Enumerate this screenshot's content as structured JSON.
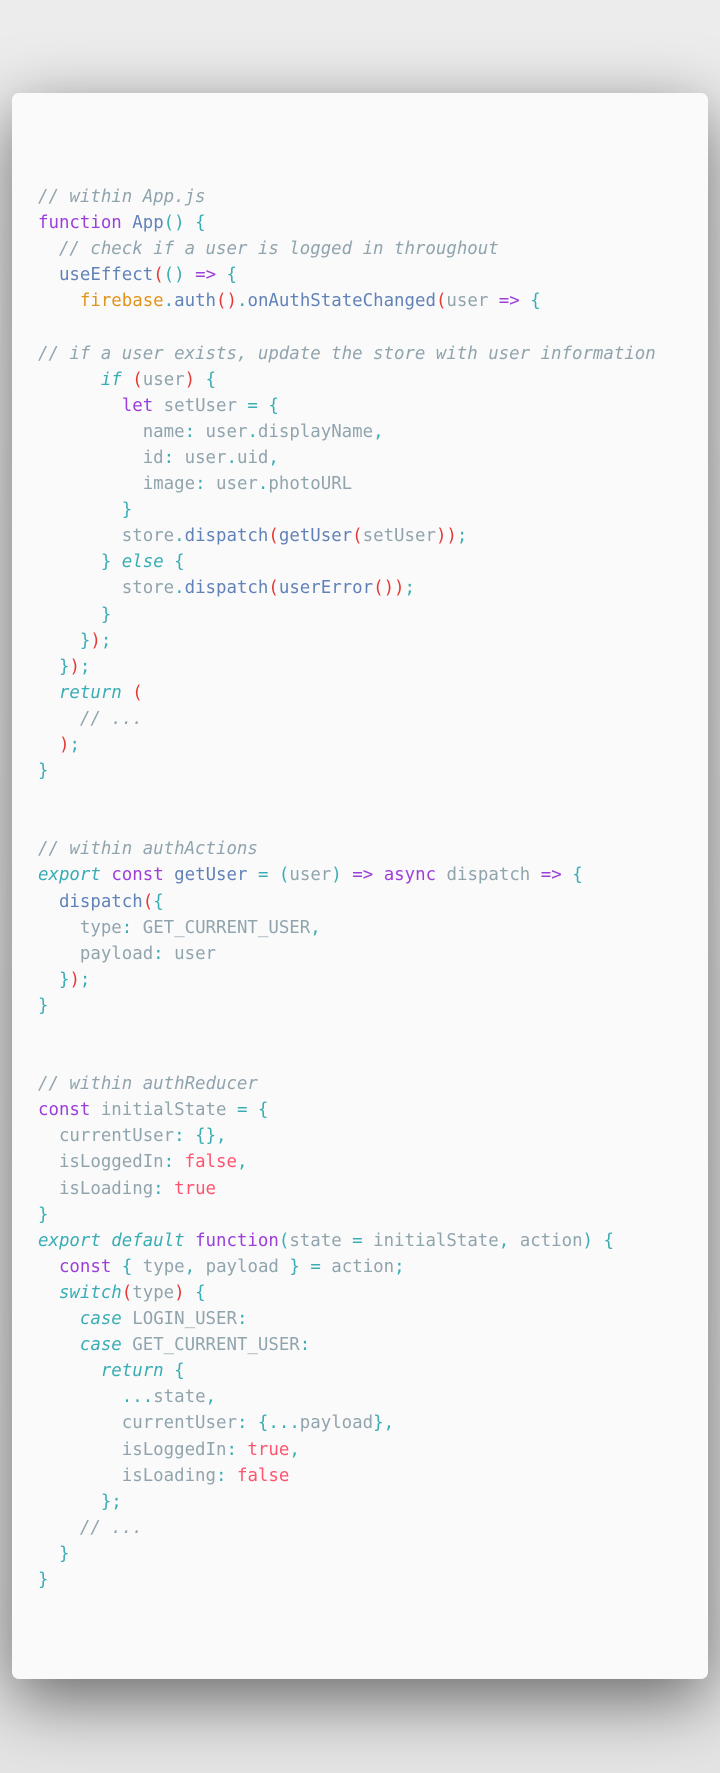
{
  "code_block": {
    "language": "javascript",
    "colors": {
      "background": "#FAFAFA",
      "comment": "#90A4AE",
      "keyword": "#9C3EDA",
      "italic_keyword": "#39ADB5",
      "function": "#6182B8",
      "punctuation": "#39ADB5",
      "paren": "#E53935",
      "boolean": "#FF5370",
      "object": "#E2931D",
      "text": "#90A4AE"
    },
    "lines": [
      [
        [
          "c",
          "// within App.js"
        ]
      ],
      [
        [
          "k",
          "function"
        ],
        [
          "t",
          " "
        ],
        [
          "f",
          "App"
        ],
        [
          "p",
          "()"
        ],
        [
          "t",
          " "
        ],
        [
          "p",
          "{"
        ]
      ],
      [
        [
          "t",
          "  "
        ],
        [
          "c",
          "// check if a user is logged in throughout"
        ]
      ],
      [
        [
          "t",
          "  "
        ],
        [
          "f",
          "useEffect"
        ],
        [
          "r",
          "("
        ],
        [
          "p",
          "()"
        ],
        [
          "t",
          " "
        ],
        [
          "k",
          "=>"
        ],
        [
          "t",
          " "
        ],
        [
          "p",
          "{"
        ]
      ],
      [
        [
          "t",
          "    "
        ],
        [
          "o",
          "firebase"
        ],
        [
          "p",
          "."
        ],
        [
          "f",
          "auth"
        ],
        [
          "r",
          "()"
        ],
        [
          "p",
          "."
        ],
        [
          "f",
          "onAuthStateChanged"
        ],
        [
          "r",
          "("
        ],
        [
          "t",
          "user "
        ],
        [
          "k",
          "=>"
        ],
        [
          "t",
          " "
        ],
        [
          "p",
          "{"
        ]
      ],
      [],
      [
        [
          "c",
          "// if a user exists, update the store with user information"
        ]
      ],
      [
        [
          "t",
          "      "
        ],
        [
          "ki",
          "if"
        ],
        [
          "t",
          " "
        ],
        [
          "r",
          "("
        ],
        [
          "t",
          "user"
        ],
        [
          "r",
          ")"
        ],
        [
          "t",
          " "
        ],
        [
          "p",
          "{"
        ]
      ],
      [
        [
          "t",
          "        "
        ],
        [
          "k",
          "let"
        ],
        [
          "t",
          " setUser "
        ],
        [
          "p",
          "="
        ],
        [
          "t",
          " "
        ],
        [
          "p",
          "{"
        ]
      ],
      [
        [
          "t",
          "          name"
        ],
        [
          "p",
          ":"
        ],
        [
          "t",
          " user"
        ],
        [
          "p",
          "."
        ],
        [
          "t",
          "displayName"
        ],
        [
          "p",
          ","
        ]
      ],
      [
        [
          "t",
          "          id"
        ],
        [
          "p",
          ":"
        ],
        [
          "t",
          " user"
        ],
        [
          "p",
          "."
        ],
        [
          "t",
          "uid"
        ],
        [
          "p",
          ","
        ]
      ],
      [
        [
          "t",
          "          image"
        ],
        [
          "p",
          ":"
        ],
        [
          "t",
          " user"
        ],
        [
          "p",
          "."
        ],
        [
          "t",
          "photoURL"
        ]
      ],
      [
        [
          "t",
          "        "
        ],
        [
          "p",
          "}"
        ]
      ],
      [
        [
          "t",
          "        store"
        ],
        [
          "p",
          "."
        ],
        [
          "f",
          "dispatch"
        ],
        [
          "r",
          "("
        ],
        [
          "f",
          "getUser"
        ],
        [
          "r",
          "("
        ],
        [
          "t",
          "setUser"
        ],
        [
          "r",
          "))"
        ],
        [
          "p",
          ";"
        ]
      ],
      [
        [
          "t",
          "      "
        ],
        [
          "p",
          "}"
        ],
        [
          "t",
          " "
        ],
        [
          "ki",
          "else"
        ],
        [
          "t",
          " "
        ],
        [
          "p",
          "{"
        ]
      ],
      [
        [
          "t",
          "        store"
        ],
        [
          "p",
          "."
        ],
        [
          "f",
          "dispatch"
        ],
        [
          "r",
          "("
        ],
        [
          "f",
          "userError"
        ],
        [
          "r",
          "())"
        ],
        [
          "p",
          ";"
        ]
      ],
      [
        [
          "t",
          "      "
        ],
        [
          "p",
          "}"
        ]
      ],
      [
        [
          "t",
          "    "
        ],
        [
          "p",
          "}"
        ],
        [
          "r",
          ")"
        ],
        [
          "p",
          ";"
        ]
      ],
      [
        [
          "t",
          "  "
        ],
        [
          "p",
          "}"
        ],
        [
          "r",
          ")"
        ],
        [
          "p",
          ";"
        ]
      ],
      [
        [
          "t",
          "  "
        ],
        [
          "ki",
          "return"
        ],
        [
          "t",
          " "
        ],
        [
          "r",
          "("
        ]
      ],
      [
        [
          "t",
          "    "
        ],
        [
          "c",
          "// ..."
        ]
      ],
      [
        [
          "t",
          "  "
        ],
        [
          "r",
          ")"
        ],
        [
          "p",
          ";"
        ]
      ],
      [
        [
          "p",
          "}"
        ]
      ],
      [],
      [],
      [
        [
          "c",
          "// within authActions"
        ]
      ],
      [
        [
          "ki",
          "export"
        ],
        [
          "t",
          " "
        ],
        [
          "k",
          "const"
        ],
        [
          "t",
          " "
        ],
        [
          "f",
          "getUser"
        ],
        [
          "t",
          " "
        ],
        [
          "p",
          "="
        ],
        [
          "t",
          " "
        ],
        [
          "p",
          "("
        ],
        [
          "t",
          "user"
        ],
        [
          "p",
          ")"
        ],
        [
          "t",
          " "
        ],
        [
          "k",
          "=>"
        ],
        [
          "t",
          " "
        ],
        [
          "k",
          "async"
        ],
        [
          "t",
          " dispatch "
        ],
        [
          "k",
          "=>"
        ],
        [
          "t",
          " "
        ],
        [
          "p",
          "{"
        ]
      ],
      [
        [
          "t",
          "  "
        ],
        [
          "f",
          "dispatch"
        ],
        [
          "r",
          "("
        ],
        [
          "p",
          "{"
        ]
      ],
      [
        [
          "t",
          "    type"
        ],
        [
          "p",
          ":"
        ],
        [
          "t",
          " GET_CURRENT_USER"
        ],
        [
          "p",
          ","
        ]
      ],
      [
        [
          "t",
          "    payload"
        ],
        [
          "p",
          ":"
        ],
        [
          "t",
          " user"
        ]
      ],
      [
        [
          "t",
          "  "
        ],
        [
          "p",
          "}"
        ],
        [
          "r",
          ")"
        ],
        [
          "p",
          ";"
        ]
      ],
      [
        [
          "p",
          "}"
        ]
      ],
      [],
      [],
      [
        [
          "c",
          "// within authReducer"
        ]
      ],
      [
        [
          "k",
          "const"
        ],
        [
          "t",
          " initialState "
        ],
        [
          "p",
          "="
        ],
        [
          "t",
          " "
        ],
        [
          "p",
          "{"
        ]
      ],
      [
        [
          "t",
          "  currentUser"
        ],
        [
          "p",
          ":"
        ],
        [
          "t",
          " "
        ],
        [
          "p",
          "{},"
        ]
      ],
      [
        [
          "t",
          "  isLoggedIn"
        ],
        [
          "p",
          ":"
        ],
        [
          "t",
          " "
        ],
        [
          "b",
          "false"
        ],
        [
          "p",
          ","
        ]
      ],
      [
        [
          "t",
          "  isLoading"
        ],
        [
          "p",
          ":"
        ],
        [
          "t",
          " "
        ],
        [
          "b",
          "true"
        ]
      ],
      [
        [
          "p",
          "}"
        ]
      ],
      [
        [
          "ki",
          "export default"
        ],
        [
          "t",
          " "
        ],
        [
          "k",
          "function"
        ],
        [
          "p",
          "("
        ],
        [
          "t",
          "state "
        ],
        [
          "p",
          "="
        ],
        [
          "t",
          " initialState"
        ],
        [
          "p",
          ","
        ],
        [
          "t",
          " action"
        ],
        [
          "p",
          ")"
        ],
        [
          "t",
          " "
        ],
        [
          "p",
          "{"
        ]
      ],
      [
        [
          "t",
          "  "
        ],
        [
          "k",
          "const"
        ],
        [
          "t",
          " "
        ],
        [
          "p",
          "{"
        ],
        [
          "t",
          " type"
        ],
        [
          "p",
          ","
        ],
        [
          "t",
          " payload "
        ],
        [
          "p",
          "}"
        ],
        [
          "t",
          " "
        ],
        [
          "p",
          "="
        ],
        [
          "t",
          " action"
        ],
        [
          "p",
          ";"
        ]
      ],
      [
        [
          "t",
          "  "
        ],
        [
          "ki",
          "switch"
        ],
        [
          "r",
          "("
        ],
        [
          "t",
          "type"
        ],
        [
          "r",
          ")"
        ],
        [
          "t",
          " "
        ],
        [
          "p",
          "{"
        ]
      ],
      [
        [
          "t",
          "    "
        ],
        [
          "ki",
          "case"
        ],
        [
          "t",
          " LOGIN_USER"
        ],
        [
          "p",
          ":"
        ]
      ],
      [
        [
          "t",
          "    "
        ],
        [
          "ki",
          "case"
        ],
        [
          "t",
          " GET_CURRENT_USER"
        ],
        [
          "p",
          ":"
        ]
      ],
      [
        [
          "t",
          "      "
        ],
        [
          "ki",
          "return"
        ],
        [
          "t",
          " "
        ],
        [
          "p",
          "{"
        ]
      ],
      [
        [
          "t",
          "        "
        ],
        [
          "p",
          "..."
        ],
        [
          "t",
          "state"
        ],
        [
          "p",
          ","
        ]
      ],
      [
        [
          "t",
          "        currentUser"
        ],
        [
          "p",
          ":"
        ],
        [
          "t",
          " "
        ],
        [
          "p",
          "{..."
        ],
        [
          "t",
          "payload"
        ],
        [
          "p",
          "},"
        ]
      ],
      [
        [
          "t",
          "        isLoggedIn"
        ],
        [
          "p",
          ":"
        ],
        [
          "t",
          " "
        ],
        [
          "b",
          "true"
        ],
        [
          "p",
          ","
        ]
      ],
      [
        [
          "t",
          "        isLoading"
        ],
        [
          "p",
          ":"
        ],
        [
          "t",
          " "
        ],
        [
          "b",
          "false"
        ]
      ],
      [
        [
          "t",
          "      "
        ],
        [
          "p",
          "};"
        ]
      ],
      [
        [
          "t",
          "    "
        ],
        [
          "c",
          "// ..."
        ]
      ],
      [
        [
          "t",
          "  "
        ],
        [
          "p",
          "}"
        ]
      ],
      [
        [
          "p",
          "}"
        ]
      ]
    ]
  }
}
